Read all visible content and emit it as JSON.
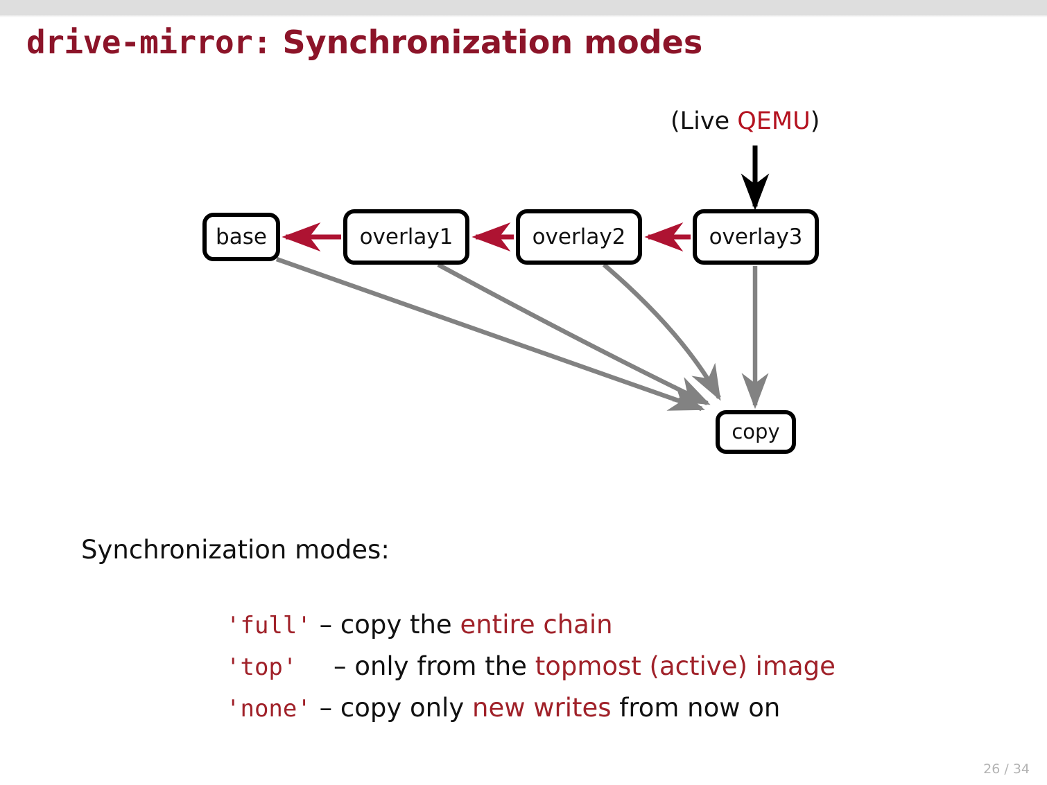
{
  "slide": {
    "title_mono": "drive-mirror:",
    "title_rest": " Synchronization modes",
    "page_number": "26 / 34",
    "accent_color": "#8c1429",
    "red_arrow_color": "#ae1332",
    "gray_arrow_color": "#828282",
    "black_arrow_color": "#000000",
    "top_bar_color": "#dedede"
  },
  "diagram": {
    "live_qemu": {
      "prefix": "(Live ",
      "accent": "QEMU",
      "suffix": ")"
    },
    "nodes": [
      {
        "id": "base",
        "label": "base"
      },
      {
        "id": "overlay1",
        "label": "overlay1"
      },
      {
        "id": "overlay2",
        "label": "overlay2"
      },
      {
        "id": "overlay3",
        "label": "overlay3"
      },
      {
        "id": "copy",
        "label": "copy"
      }
    ],
    "backing_chain_arrows": [
      {
        "from": "overlay1",
        "to": "base",
        "color": "#ae1332"
      },
      {
        "from": "overlay2",
        "to": "overlay1",
        "color": "#ae1332"
      },
      {
        "from": "overlay3",
        "to": "overlay2",
        "color": "#ae1332"
      }
    ],
    "copy_arrows": [
      {
        "from": "base",
        "to": "copy",
        "color": "#828282"
      },
      {
        "from": "overlay1",
        "to": "copy",
        "color": "#828282"
      },
      {
        "from": "overlay2",
        "to": "copy",
        "color": "#828282"
      },
      {
        "from": "overlay3",
        "to": "copy",
        "color": "#828282"
      }
    ],
    "qemu_arrow": {
      "from": "live-qemu",
      "to": "overlay3",
      "color": "#000000"
    }
  },
  "body": {
    "heading": "Synchronization modes:",
    "modes": [
      {
        "key": "'full'",
        "mid": " – copy the ",
        "highlight": "entire chain",
        "tail": ""
      },
      {
        "key": "'top'  ",
        "mid": " – only from the ",
        "highlight": "topmost (active) image",
        "tail": ""
      },
      {
        "key": "'none'",
        "mid": " – copy only ",
        "highlight": "new writes",
        "tail": " from now on"
      }
    ]
  }
}
